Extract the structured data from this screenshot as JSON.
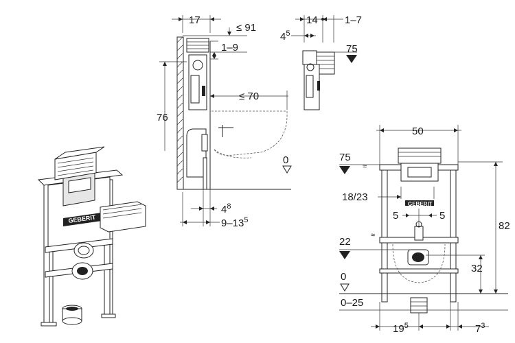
{
  "brand": "GEBERIT",
  "side_view": {
    "dim_depth": "17",
    "dim_top_max": "≤ 91",
    "dim_adjust": "1–9",
    "dim_height": "76",
    "dim_bowl_max": "≤ 70",
    "dim_floor": "0",
    "dim_wall": "4",
    "dim_wall_sup": "8",
    "dim_offset": "9–13",
    "dim_offset_sup": "5"
  },
  "small_view": {
    "dim_depth": "14",
    "dim_adjust": "1–7",
    "dim_gap": "4",
    "dim_gap_sup": "5",
    "dim_height": "75"
  },
  "front_view": {
    "dim_width": "50",
    "dim_top": "75",
    "dim_flush": "18/23",
    "dim_spacing_left": "5",
    "dim_spacing_right": "5",
    "dim_total_height": "82",
    "dim_connection": "22",
    "dim_drain": "32",
    "dim_floor": "0",
    "dim_floor_range": "0–25",
    "dim_bottom_left": "19",
    "dim_bottom_left_sup": "5",
    "dim_bottom_right": "7",
    "dim_bottom_right_sup": "3"
  }
}
